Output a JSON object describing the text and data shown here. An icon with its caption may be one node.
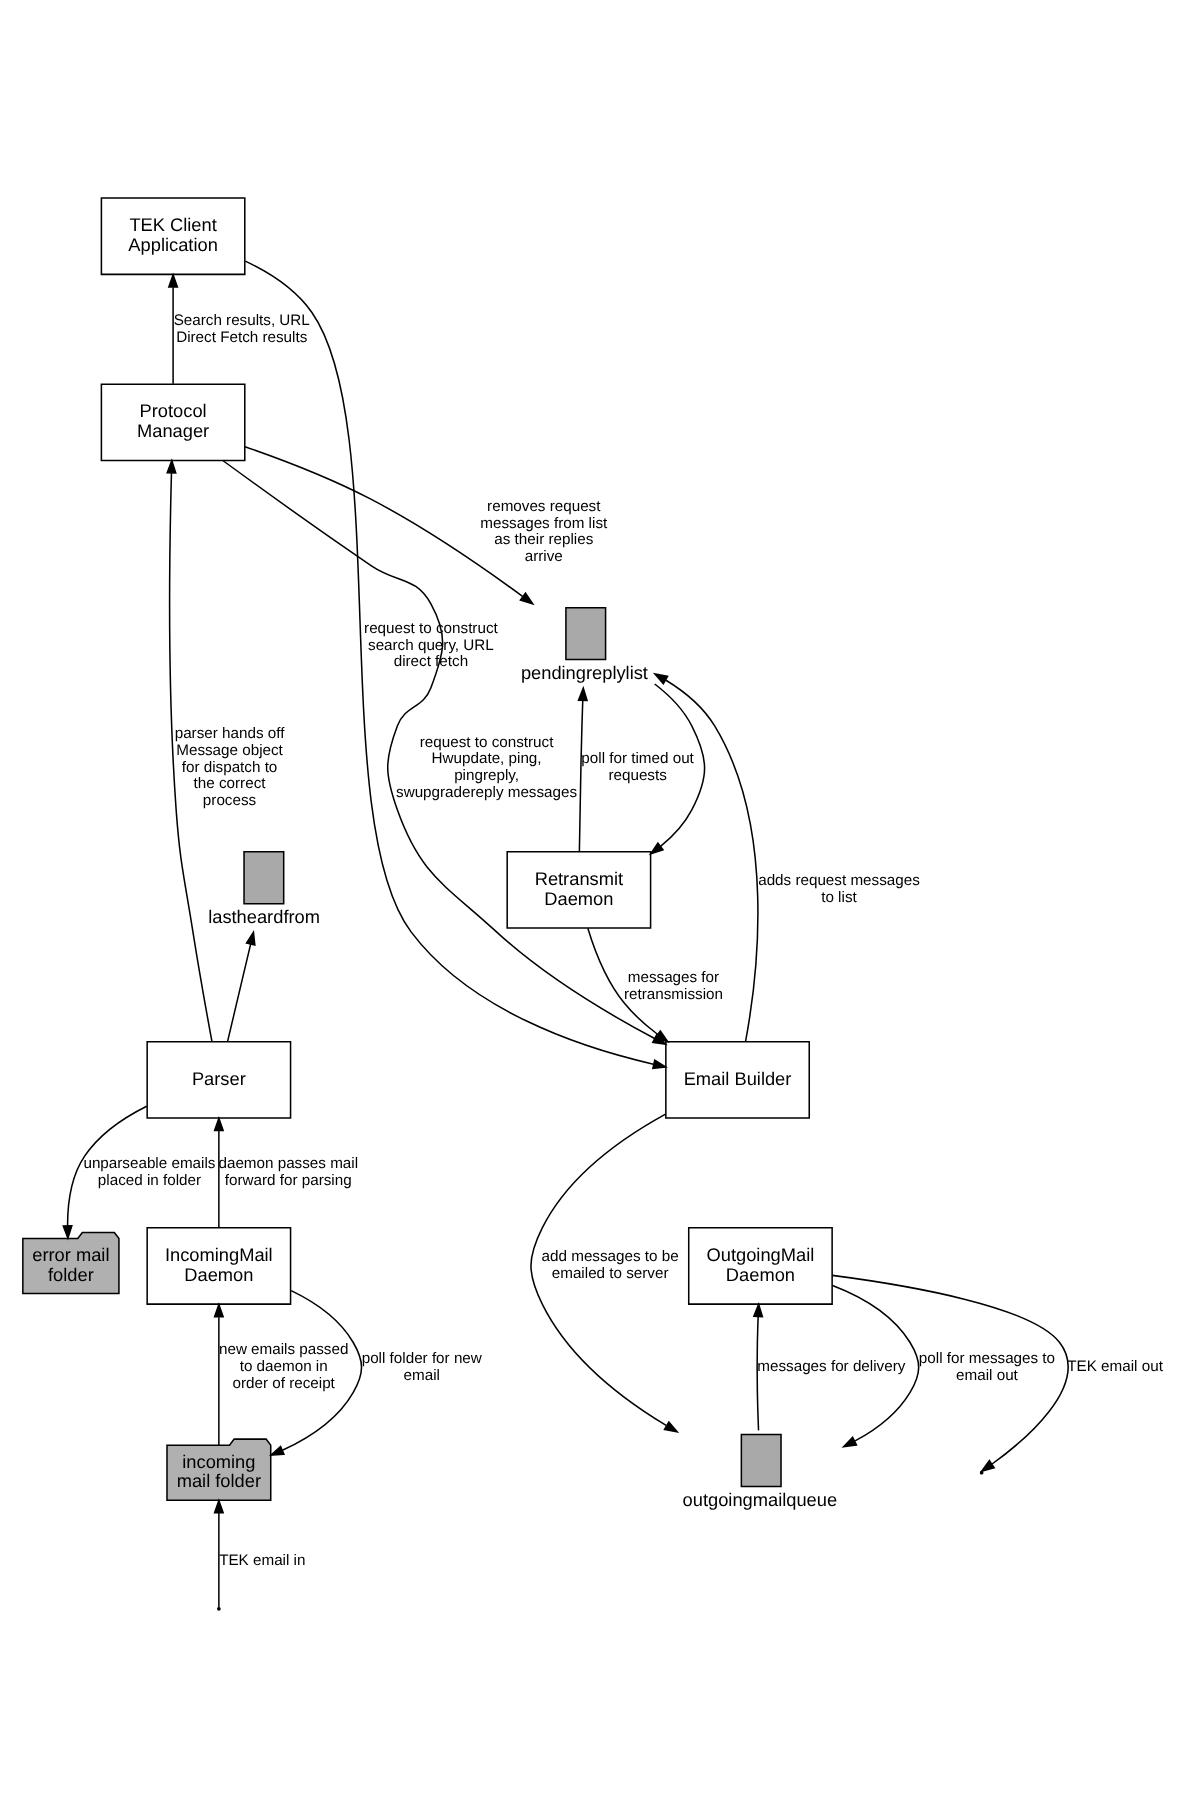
{
  "diagram": {
    "nodes": [
      {
        "text": [
          "TEK Client Application"
        ]
      },
      {
        "text": [
          "Protocol Manager"
        ]
      },
      {
        "text": [
          "pendingreplylist"
        ]
      },
      {
        "text": [
          "Retransmit Daemon"
        ]
      },
      {
        "text": [
          "lastheardfrom"
        ]
      },
      {
        "text": [
          "Email Builder"
        ]
      },
      {
        "text": [
          "Parser"
        ]
      },
      {
        "text": [
          "error mail folder"
        ]
      },
      {
        "text": [
          "IncomingMail Daemon"
        ]
      },
      {
        "text": [
          "OutgoingMail Daemon"
        ]
      },
      {
        "text": [
          "outgoingmailqueue"
        ]
      },
      {
        "text": [
          "incoming mail folder"
        ]
      }
    ],
    "edges": [
      {
        "from": 1,
        "to": 0,
        "arrow": "to",
        "label": "Search results, URL Direct Fetch results"
      },
      {
        "from": 0,
        "to": 5,
        "arrow": "to",
        "label": "request to construct search query, URL direct fetch"
      },
      {
        "from": 1,
        "to": 5,
        "arrow": "to",
        "label": "request to construct Hwupdate, ping, pingreply, swupgradereply messages"
      },
      {
        "from": 1,
        "to": 2,
        "arrow": "to",
        "label": "removes request messages from list as their replies arrive"
      },
      {
        "from": 6,
        "to": 1,
        "arrow": "to",
        "label": "parser hands off Message object for dispatch to the correct process"
      },
      {
        "from": 3,
        "to": 2,
        "arrow": "to",
        "label": "poll for timed out requests"
      },
      {
        "from": 2,
        "to": 3,
        "arrow": "to"
      },
      {
        "from": 5,
        "to": 2,
        "arrow": "to",
        "label": "adds request messages to list"
      },
      {
        "from": 3,
        "to": 5,
        "arrow": "to",
        "label": "messages for retransmission"
      },
      {
        "from": 6,
        "to": 4,
        "arrow": "to"
      },
      {
        "from": 6,
        "to": 7,
        "arrow": "to",
        "label": "unparseable emails placed in folder"
      },
      {
        "from": 8,
        "to": 6,
        "arrow": "to",
        "label": "daemon passes mail forward for parsing"
      },
      {
        "from": 5,
        "to": 10,
        "arrow": "to",
        "label": "add messages to be emailed to server"
      },
      {
        "from": 9,
        "to": 10,
        "arrow": "to",
        "label": "poll for messages to email out"
      },
      {
        "from": 10,
        "to": 9,
        "arrow": "to",
        "label": "messages for delivery"
      },
      {
        "from": 9,
        "to": null,
        "arrow": "to",
        "label": "TEK email out"
      },
      {
        "from": 8,
        "to": 11,
        "arrow": "to",
        "label": "poll folder for new email"
      },
      {
        "from": 11,
        "to": 8,
        "arrow": "to",
        "label": "new emails passed to daemon in order of receipt"
      },
      {
        "from": null,
        "to": 11,
        "arrow": "to",
        "label": "TEK email in"
      }
    ]
  }
}
